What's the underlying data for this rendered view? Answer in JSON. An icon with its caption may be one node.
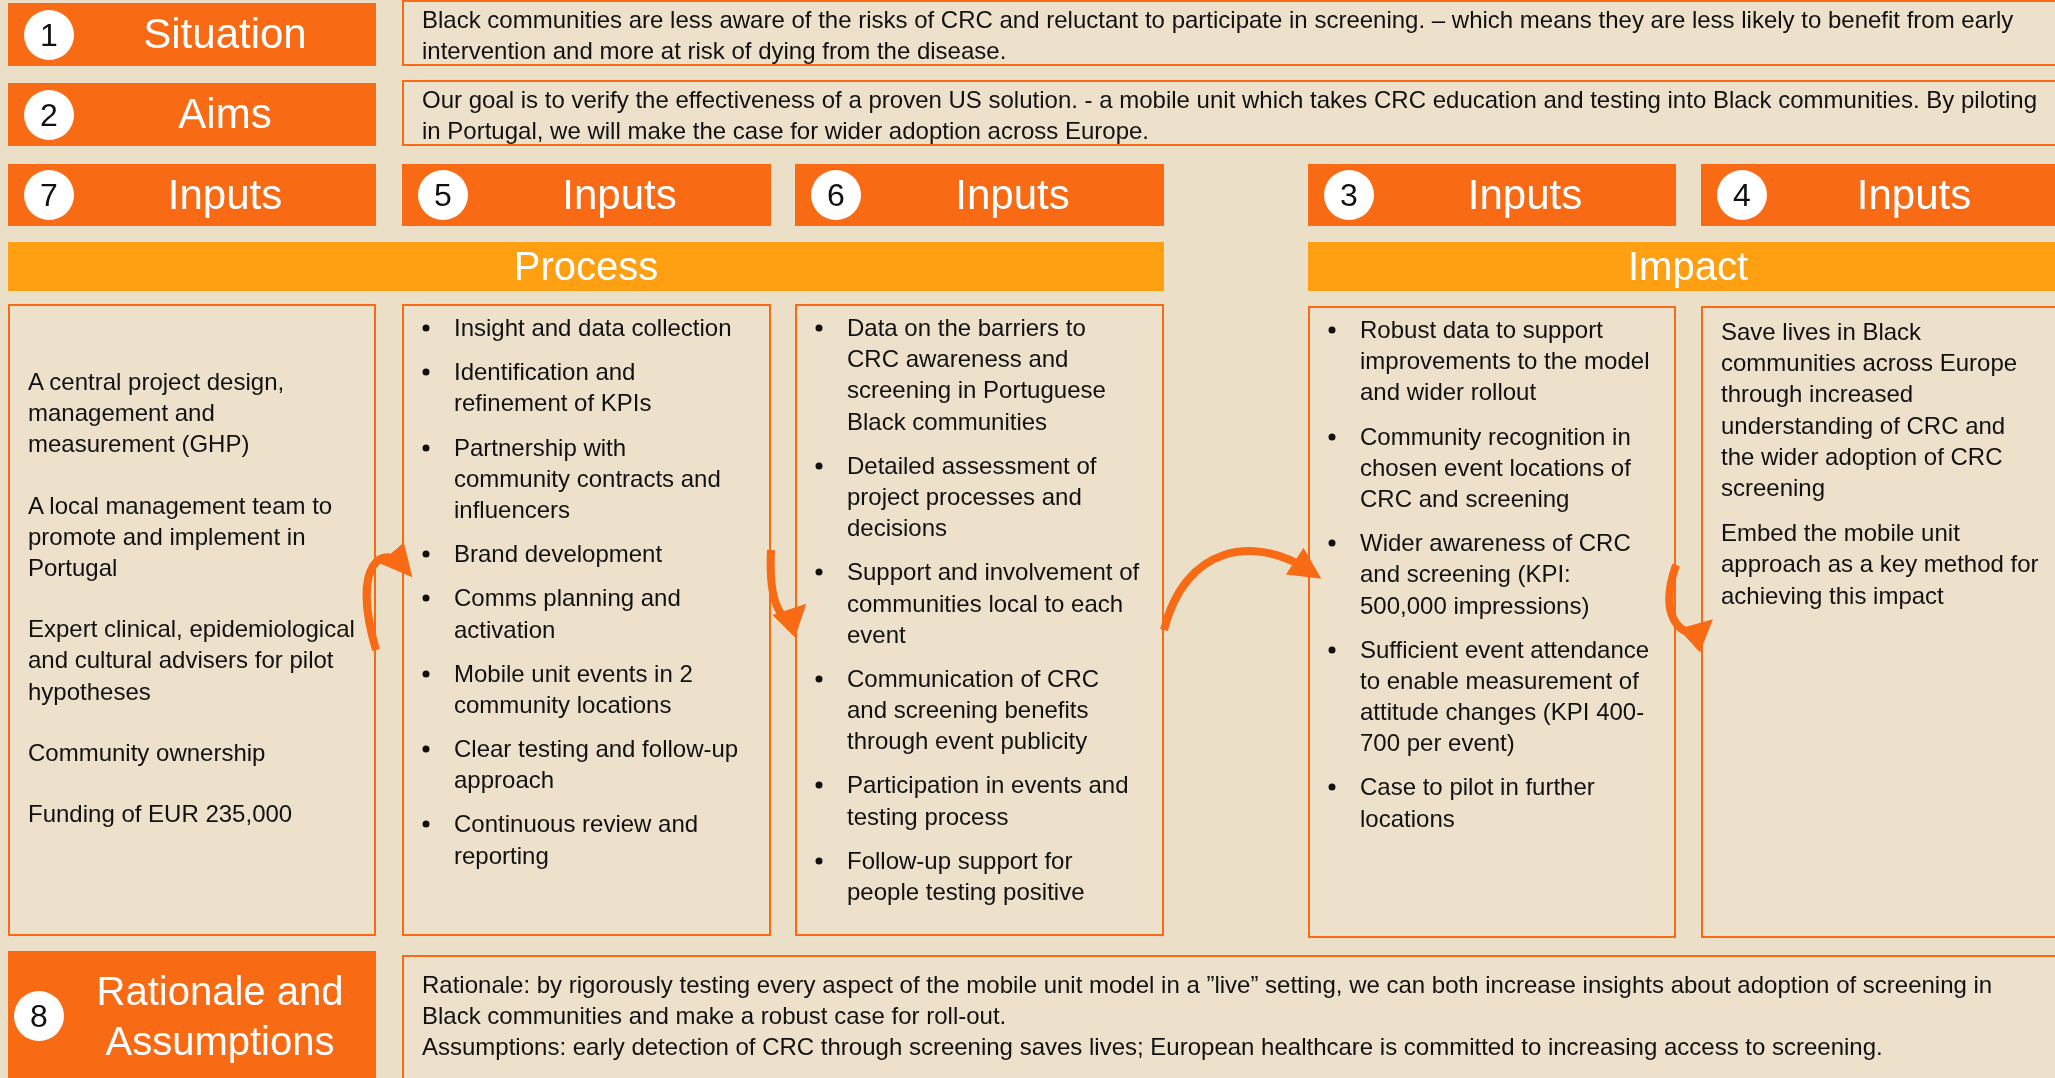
{
  "diagram": {
    "nodes": [
      {
        "text": [
          "1",
          "Situation"
        ]
      },
      {
        "text": [
          "Black communities are less aware of the risks of CRC and reluctant to participate in screening. – which means they are less likely to benefit from early intervention and more at risk of dying from the disease."
        ]
      },
      {
        "text": [
          "2",
          "Aims"
        ]
      },
      {
        "text": [
          "Our goal is to verify the effectiveness of a proven US solution. - a mobile unit which takes CRC education and testing into Black communities. By piloting in Portugal, we will make the case for wider adoption across Europe."
        ]
      },
      {
        "text": [
          "7",
          "Inputs"
        ]
      },
      {
        "text": [
          "5",
          "Inputs"
        ]
      },
      {
        "text": [
          "6",
          "Inputs"
        ]
      },
      {
        "text": [
          "3",
          "Inputs"
        ]
      },
      {
        "text": [
          "4",
          "Inputs"
        ]
      },
      {
        "text": [
          "Process"
        ]
      },
      {
        "text": [
          "Impact"
        ]
      },
      {
        "text": [
          "A central project design, management and measurement (GHP)",
          "A local management team to promote and implement in Portugal",
          "Expert clinical, epidemiological and cultural advisers for pilot hypotheses",
          "Community ownership",
          "Funding of EUR 235,000"
        ]
      },
      {
        "text": [
          "Insight and data collection",
          "Identification and refinement of KPIs",
          "Partnership with community contracts and influencers",
          "Brand development",
          "Comms planning and activation",
          "Mobile unit events in 2 community locations",
          "Clear testing and follow-up approach",
          "Continuous review and reporting"
        ]
      },
      {
        "text": [
          "Data on the barriers to CRC awareness and screening in Portuguese Black communities",
          "Detailed assessment of project processes and decisions",
          "Support and involvement of communities local to each event",
          "Communication of CRC and screening benefits through event publicity",
          "Participation in events and testing process",
          "Follow-up support for people testing positive"
        ]
      },
      {
        "text": [
          "Robust data to support improvements to the model and wider rollout",
          "Community recognition in chosen event locations of CRC and screening",
          "Wider awareness of CRC and screening (KPI: 500,000 impressions)",
          "Sufficient event attendance to enable measurement of attitude changes (KPI 400-700 per event)",
          "Case to pilot in further locations"
        ]
      },
      {
        "text": [
          "Save lives in Black communities across Europe through increased understanding of CRC and the wider adoption of CRC screening",
          "Embed the mobile unit approach as a key method for achieving this impact"
        ]
      },
      {
        "text": [
          "8",
          "Rationale and Assumptions"
        ]
      },
      {
        "text": [
          "Rationale: by rigorously testing every aspect of the mobile unit model in a ”live” setting, we can both increase insights about adoption of screening in Black communities and make a robust case for roll-out.",
          "Assumptions: early detection of CRC through screening saves lives; European healthcare is committed to increasing access to screening."
        ]
      }
    ],
    "edges": [
      {
        "from": 11,
        "to": 12,
        "arrow": "to"
      },
      {
        "from": 12,
        "to": 13,
        "arrow": "to"
      },
      {
        "from": 13,
        "to": 14,
        "arrow": "to"
      },
      {
        "from": 14,
        "to": 15,
        "arrow": "to"
      }
    ]
  }
}
